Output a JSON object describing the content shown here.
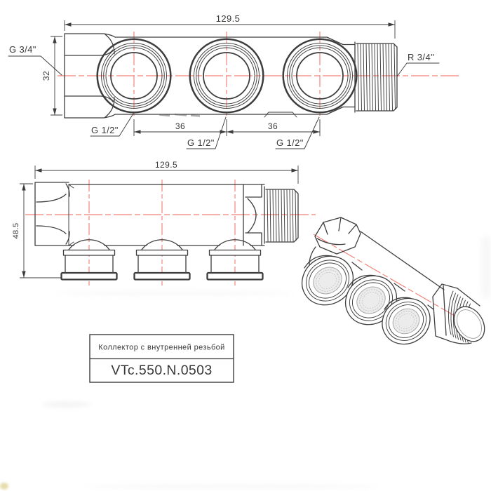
{
  "colors": {
    "line": "#3d3d3d",
    "centerline": "#f28077",
    "background": "#ffffff"
  },
  "top_view": {
    "dim_overall": "129.5",
    "dim_across_flats": "32",
    "dim_spacing_1": "36",
    "dim_spacing_2": "36",
    "label_inlet_thread": "G 3/4\"",
    "label_outlet_thread": "R 3/4\"",
    "label_port_thread_1": "G 1/2\"",
    "label_port_thread_2": "G 1/2\"",
    "label_port_thread_3": "G 1/2\""
  },
  "front_view": {
    "dim_overall": "129.5",
    "dim_height": "48.5"
  },
  "title_block": {
    "description": "Коллектор с внутренней резьбой",
    "part_number": "VTc.550.N.0503"
  }
}
